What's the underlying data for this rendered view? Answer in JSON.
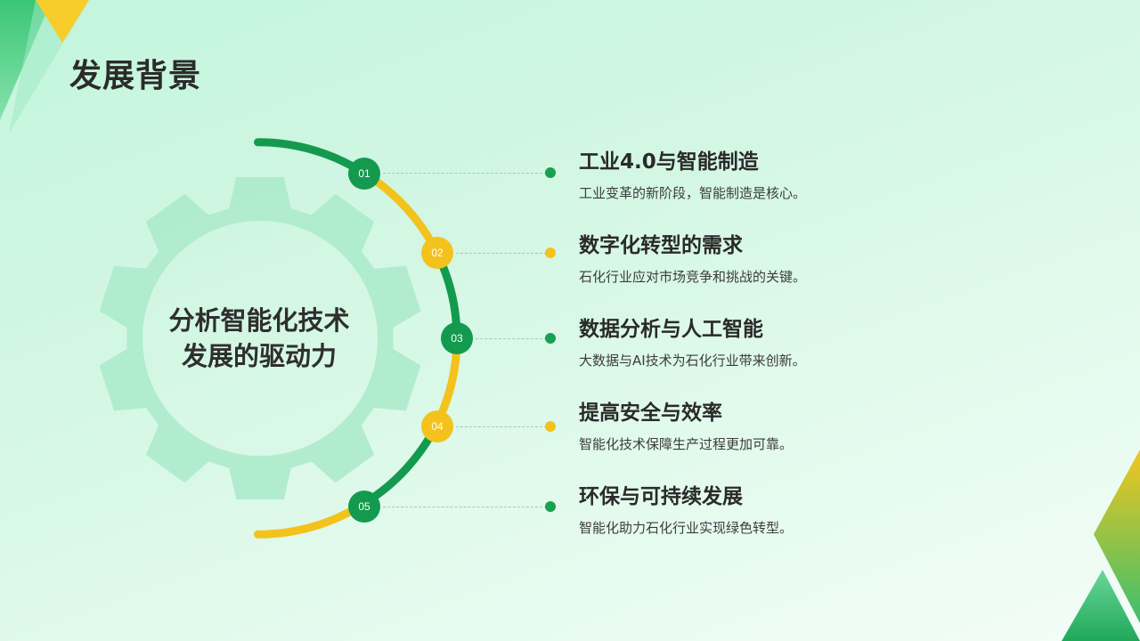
{
  "page": {
    "title": "发展背景"
  },
  "center": {
    "line1": "分析智能化技术",
    "line2": "发展的驱动力"
  },
  "items": [
    {
      "number": "01",
      "title": "工业4.0与智能制造",
      "description": "工业变革的新阶段，智能制造是核心。"
    },
    {
      "number": "02",
      "title": "数字化转型的需求",
      "description": "石化行业应对市场竞争和挑战的关键。"
    },
    {
      "number": "03",
      "title": "数据分析与人工智能",
      "description": "大数据与AI技术为石化行业带来创新。"
    },
    {
      "number": "04",
      "title": "提高安全与效率",
      "description": "智能化技术保障生产过程更加可靠。"
    },
    {
      "number": "05",
      "title": "环保与可持续发展",
      "description": "智能化助力石化行业实现绿色转型。"
    }
  ],
  "colors": {
    "green": "#149a4f",
    "yellow": "#f3c21c",
    "gear": "#a8e9c8"
  },
  "icons": {
    "gear": "gear-icon"
  }
}
